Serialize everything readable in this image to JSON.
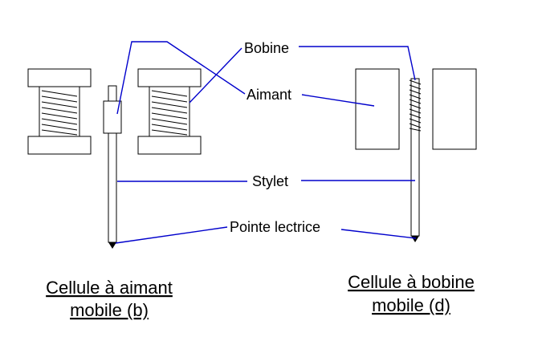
{
  "labels": {
    "bobine": "Bobine",
    "aimant": "Aimant",
    "stylet": "Stylet",
    "pointe": "Pointe lectrice"
  },
  "captions": {
    "left": {
      "line1": "Cellule à aimant",
      "line2": "mobile (b)"
    },
    "right": {
      "line1": "Cellule à bobine",
      "line2": "mobile (d)"
    }
  },
  "colors": {
    "leader_lines": "#0000cc",
    "outline": "#000000",
    "background": "#ffffff"
  }
}
